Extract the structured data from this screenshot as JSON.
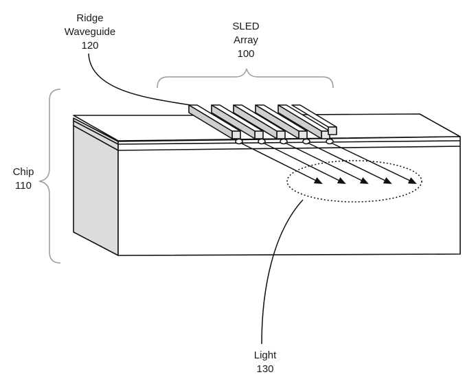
{
  "labels": {
    "ridge_line1": "Ridge",
    "ridge_line2": "Waveguide",
    "ridge_num": "120",
    "sled_line1": "SLED",
    "sled_line2": "Array",
    "sled_num": "100",
    "chip_name": "Chip",
    "chip_num": "110",
    "light_name": "Light",
    "light_num": "130"
  },
  "colors": {
    "line": "#111111",
    "chip_front_face": "#ffffff",
    "chip_top_face": "#ffffff",
    "side_shading": "#dcdcdc",
    "bracket": "#9a9a9a",
    "text": "#1a1a1a"
  },
  "ridge_waveguide_count": 6
}
